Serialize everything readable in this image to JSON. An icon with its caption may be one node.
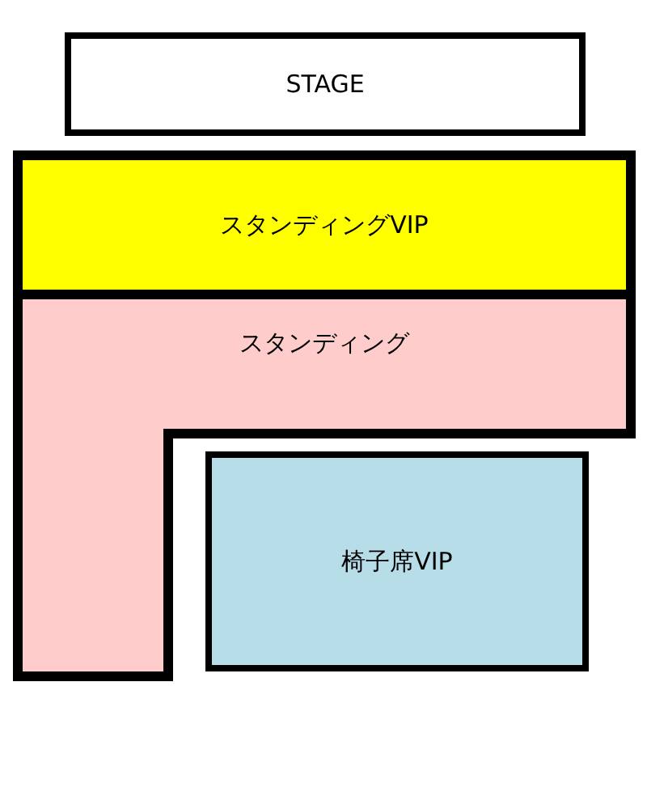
{
  "diagram": {
    "nodes": [
      {
        "text": [
          "STAGE"
        ]
      },
      {
        "text": [
          "スタンディングVIP"
        ]
      },
      {
        "text": [
          "スタンディング"
        ]
      },
      {
        "text": [
          "椅子席VIP"
        ]
      }
    ]
  }
}
